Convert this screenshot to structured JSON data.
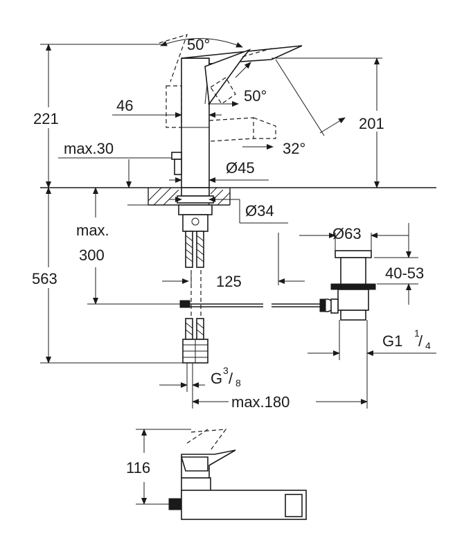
{
  "labels": {
    "angle_top": "50°",
    "angle_handle": "50°",
    "angle_spout": "32°",
    "height_221": "221",
    "height_201": "201",
    "dim_46": "46",
    "max_30": "max.30",
    "dia_45": "Ø45",
    "dia_34": "Ø34",
    "max_300_line1": "max.",
    "max_300_line2": "300",
    "depth_563": "563",
    "dim_125": "125",
    "dia_63": "Ø63",
    "range_40_53": "40-53",
    "thread_g1": "G1",
    "thread_g1_num": "1",
    "thread_g1_den": "4",
    "thread_g3": "G",
    "thread_g3_num": "3",
    "thread_g3_den": "8",
    "max_180": "max.180",
    "height_116": "116"
  },
  "colors": {
    "line": "#1a1a1a",
    "background": "#ffffff"
  }
}
